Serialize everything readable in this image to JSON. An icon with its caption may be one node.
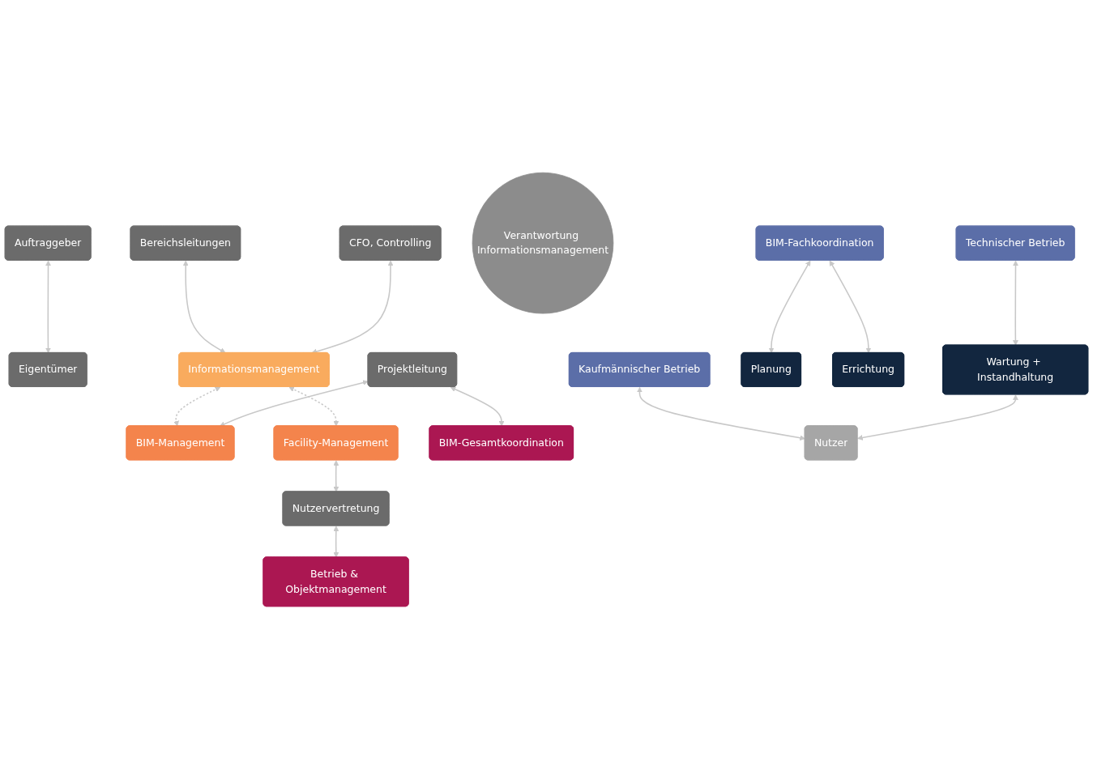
{
  "diagram": {
    "nodes": [
      {
        "text": [
          "Auftraggeber"
        ]
      },
      {
        "text": [
          "Eigentümer"
        ]
      },
      {
        "text": [
          "Informationsmanagement"
        ]
      },
      {
        "text": [
          "Bereichsleitungen"
        ]
      },
      {
        "text": [
          "CFO, Controlling"
        ]
      },
      {
        "text": [
          "Verantwortung Informationsmanagement"
        ]
      },
      {
        "text": [
          "Projektleitung"
        ]
      },
      {
        "text": [
          "BIM-Management"
        ]
      },
      {
        "text": [
          "Facility-Management"
        ]
      },
      {
        "text": [
          "Nutzervertretung"
        ]
      },
      {
        "text": [
          "BIM-Gesamtkoordination"
        ]
      },
      {
        "text": [
          "Betrieb & Objektmanagement"
        ]
      },
      {
        "text": [
          "BIM-Fachkoordination"
        ]
      },
      {
        "text": [
          "Technischer Betrieb"
        ]
      },
      {
        "text": [
          "Kaufmännischer Betrieb"
        ]
      },
      {
        "text": [
          "Planung"
        ]
      },
      {
        "text": [
          "Errichtung"
        ]
      },
      {
        "text": [
          "Wartung + Instandhaltung"
        ]
      },
      {
        "text": [
          "Nutzer"
        ]
      }
    ],
    "edges": [
      {
        "from": 0,
        "to": 1,
        "arrow": "both"
      },
      {
        "from": 3,
        "to": 2,
        "arrow": "both"
      },
      {
        "from": 4,
        "to": 2,
        "arrow": "both"
      },
      {
        "from": 2,
        "to": 7,
        "arrow": "both",
        "style": "dashed"
      },
      {
        "from": 2,
        "to": 8,
        "arrow": "both",
        "style": "dashed"
      },
      {
        "from": 6,
        "to": 7,
        "arrow": "both"
      },
      {
        "from": 8,
        "to": 9,
        "arrow": "both"
      },
      {
        "from": 6,
        "to": 10,
        "arrow": "both"
      },
      {
        "from": 9,
        "to": 11,
        "arrow": "both"
      },
      {
        "from": 12,
        "to": 15,
        "arrow": "both"
      },
      {
        "from": 12,
        "to": 16,
        "arrow": "both"
      },
      {
        "from": 13,
        "to": 17,
        "arrow": "both"
      },
      {
        "from": 14,
        "to": 18,
        "arrow": "both"
      },
      {
        "from": 17,
        "to": 18,
        "arrow": "both"
      }
    ]
  }
}
